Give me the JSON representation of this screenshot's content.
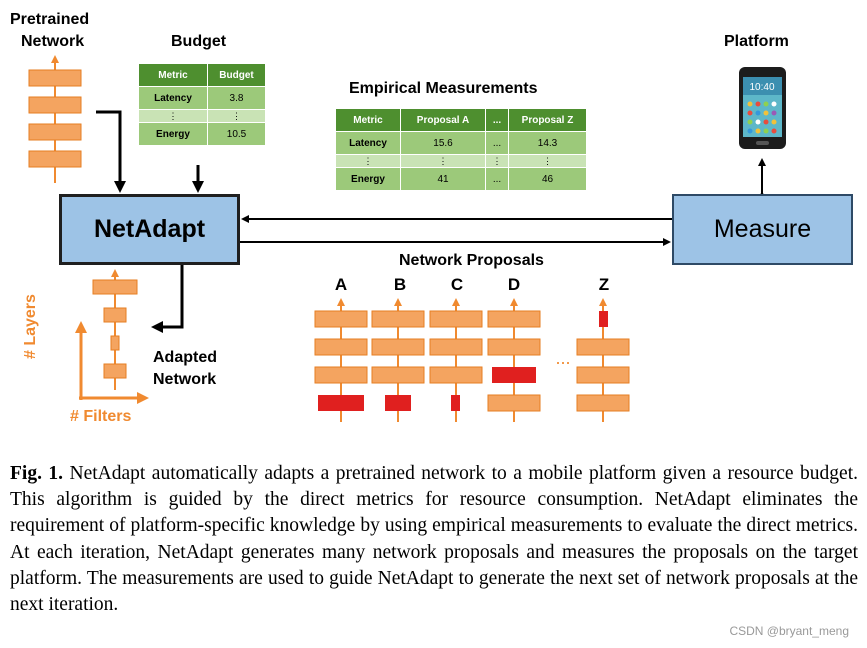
{
  "labels": {
    "pretrained_line1": "Pretrained",
    "pretrained_line2": "Network",
    "budget": "Budget",
    "empirical": "Empirical Measurements",
    "platform": "Platform",
    "netadapt": "NetAdapt",
    "measure": "Measure",
    "network_proposals": "Network Proposals",
    "adapted_line1": "Adapted",
    "adapted_line2": "Network",
    "layers": "# Layers",
    "filters": "# Filters"
  },
  "proposal_letters": [
    "A",
    "B",
    "C",
    "D",
    "Z"
  ],
  "phone": {
    "time": "10:40"
  },
  "budget_table": {
    "headers": [
      "Metric",
      "Budget"
    ],
    "rows": [
      [
        "Latency",
        "3.8"
      ],
      [
        "⋮",
        "⋮"
      ],
      [
        "Energy",
        "10.5"
      ]
    ]
  },
  "empirical_table": {
    "headers": [
      "Metric",
      "Proposal A",
      "...",
      "Proposal Z"
    ],
    "rows": [
      [
        "Latency",
        "15.6",
        "...",
        "14.3"
      ],
      [
        "⋮",
        "⋮",
        "⋮",
        "⋮"
      ],
      [
        "Energy",
        "41",
        "...",
        "46"
      ]
    ]
  },
  "ellipsis": "...",
  "caption": {
    "label": "Fig. 1.",
    "text": " NetAdapt automatically adapts a pretrained network to a mobile platform given a resource budget. This algorithm is guided by the direct metrics for resource consumption. NetAdapt eliminates the requirement of platform-specific knowledge by using empirical measurements to evaluate the direct metrics. At each iteration, NetAdapt generates many network proposals and measures the proposals on the target platform. The measurements are used to guide NetAdapt to generate the next set of network proposals at the next iteration."
  },
  "watermark": "CSDN @bryant_meng",
  "colors": {
    "orange": "#f4a460",
    "orange_edge": "#e67e22",
    "red": "#e0201f",
    "blue_box": "#9dc3e6",
    "green_dark": "#4e8f2f",
    "green_light": "#9cc97a"
  }
}
